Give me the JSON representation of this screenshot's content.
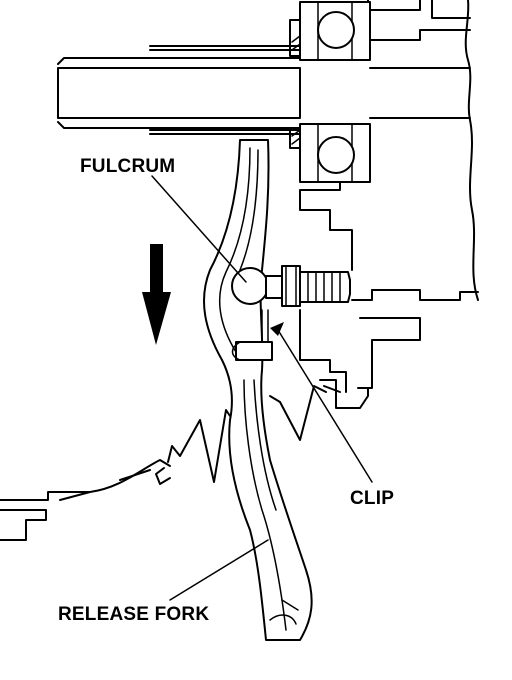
{
  "labels": {
    "fulcrum": "FULCRUM",
    "clip": "CLIP",
    "release_fork": "RELEASE FORK"
  },
  "colors": {
    "ink": "#000000",
    "background": "#ffffff"
  }
}
